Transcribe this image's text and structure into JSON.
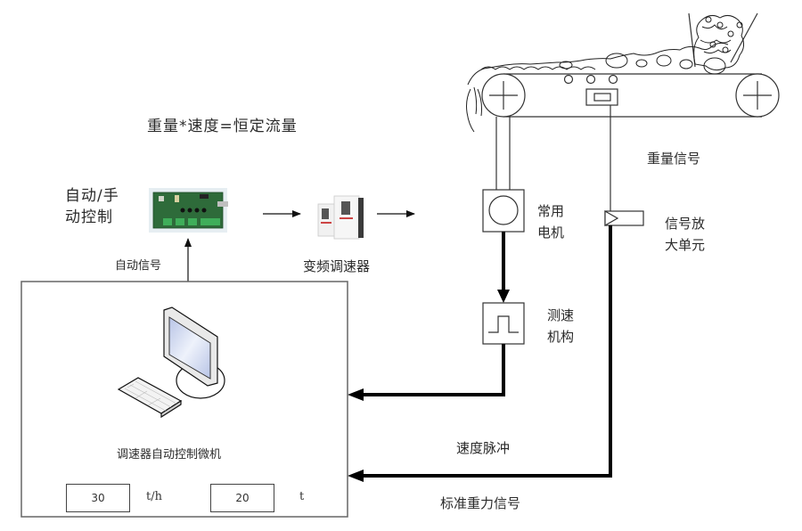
{
  "formula": "重量*速度=恒定流量",
  "labels": {
    "auto_manual_control": [
      "自动/手",
      "动控制"
    ],
    "auto_signal": "自动信号",
    "vfd": "变频调速器",
    "weight_signal": "重量信号",
    "motor": [
      "常用",
      "电机"
    ],
    "speed_sensor": [
      "测速",
      "机构"
    ],
    "amplifier": [
      "信号放",
      "大单元"
    ],
    "speed_pulse": "速度脉冲",
    "standard_gravity_signal": "标准重力信号",
    "computer": "调速器自动控制微机"
  },
  "readouts": [
    {
      "value": "30",
      "unit": "t/h"
    },
    {
      "value": "20",
      "unit": "t"
    }
  ],
  "colors": {
    "line": "#333333",
    "thick_line": "#000000",
    "pcb_green": "#2e6b3a",
    "screen_blue": "#cfd8ef"
  },
  "icons": {
    "control_board": "pcb-board-icon",
    "vfd": "inverter-icon",
    "computer": "desktop-computer-icon"
  }
}
